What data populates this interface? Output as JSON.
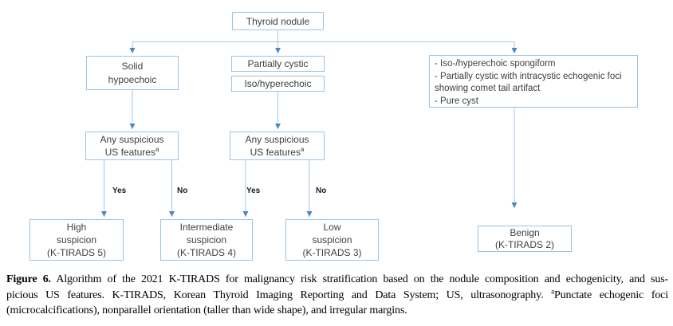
{
  "colors": {
    "box_border": "#9dc3e6",
    "connector": "#a4c6e7",
    "arrowhead": "#4e86c6",
    "box_text": "#404040",
    "edge_label_text": "#1a1a1a",
    "caption_text": "#000000"
  },
  "flowchart": {
    "root": {
      "label": "Thyroid nodule"
    },
    "solid_hypoechoic": {
      "line1": "Solid",
      "line2": "hypoechoic"
    },
    "partially_cystic": {
      "label": "Partially cystic"
    },
    "iso_hyperechoic": {
      "label": "Iso/hyperechoic"
    },
    "benign_criteria": {
      "item1": "- Iso-/hyperechoic spongiform",
      "item2": "- Partially cystic with intracystic echogenic foci showing comet tail artifact",
      "item3": "- Pure cyst"
    },
    "decision_left": {
      "line1": "Any suspicious",
      "line2": "US features",
      "sup": "a"
    },
    "decision_mid": {
      "line1": "Any suspicious",
      "line2": "US features",
      "sup": "a"
    },
    "edge_labels": {
      "yes_left": "Yes",
      "no_left": "No",
      "yes_mid": "Yes",
      "no_mid": "No"
    },
    "outcomes": {
      "high": {
        "line1": "High",
        "line2": "suspicion",
        "line3": "(K-TIRADS 5)"
      },
      "intermediate": {
        "line1": "Intermediate",
        "line2": "suspicion",
        "line3": "(K-TIRADS 4)"
      },
      "low": {
        "line1": "Low",
        "line2": "suspicion",
        "line3": "(K-TIRADS 3)"
      },
      "benign": {
        "line1": "Benign",
        "line2": "(K-TIRADS 2)"
      }
    }
  },
  "caption": {
    "line1": {
      "bold": "Figure 6.",
      "rest": " Algorithm of the 2021 K-TIRADS for malignancy risk stratification based on the nodule composition and echogenicity, and sus-"
    },
    "line2": {
      "before_sup": "picious US features. K-TIRADS, Korean Thyroid Imaging Reporting and Data System; US, ultrasonography. ",
      "sup": "a",
      "after_sup": "Punctate echogenic foci"
    },
    "line3": "(microcalcifications), nonparallel orientation (taller than wide shape), and irregular margins."
  }
}
